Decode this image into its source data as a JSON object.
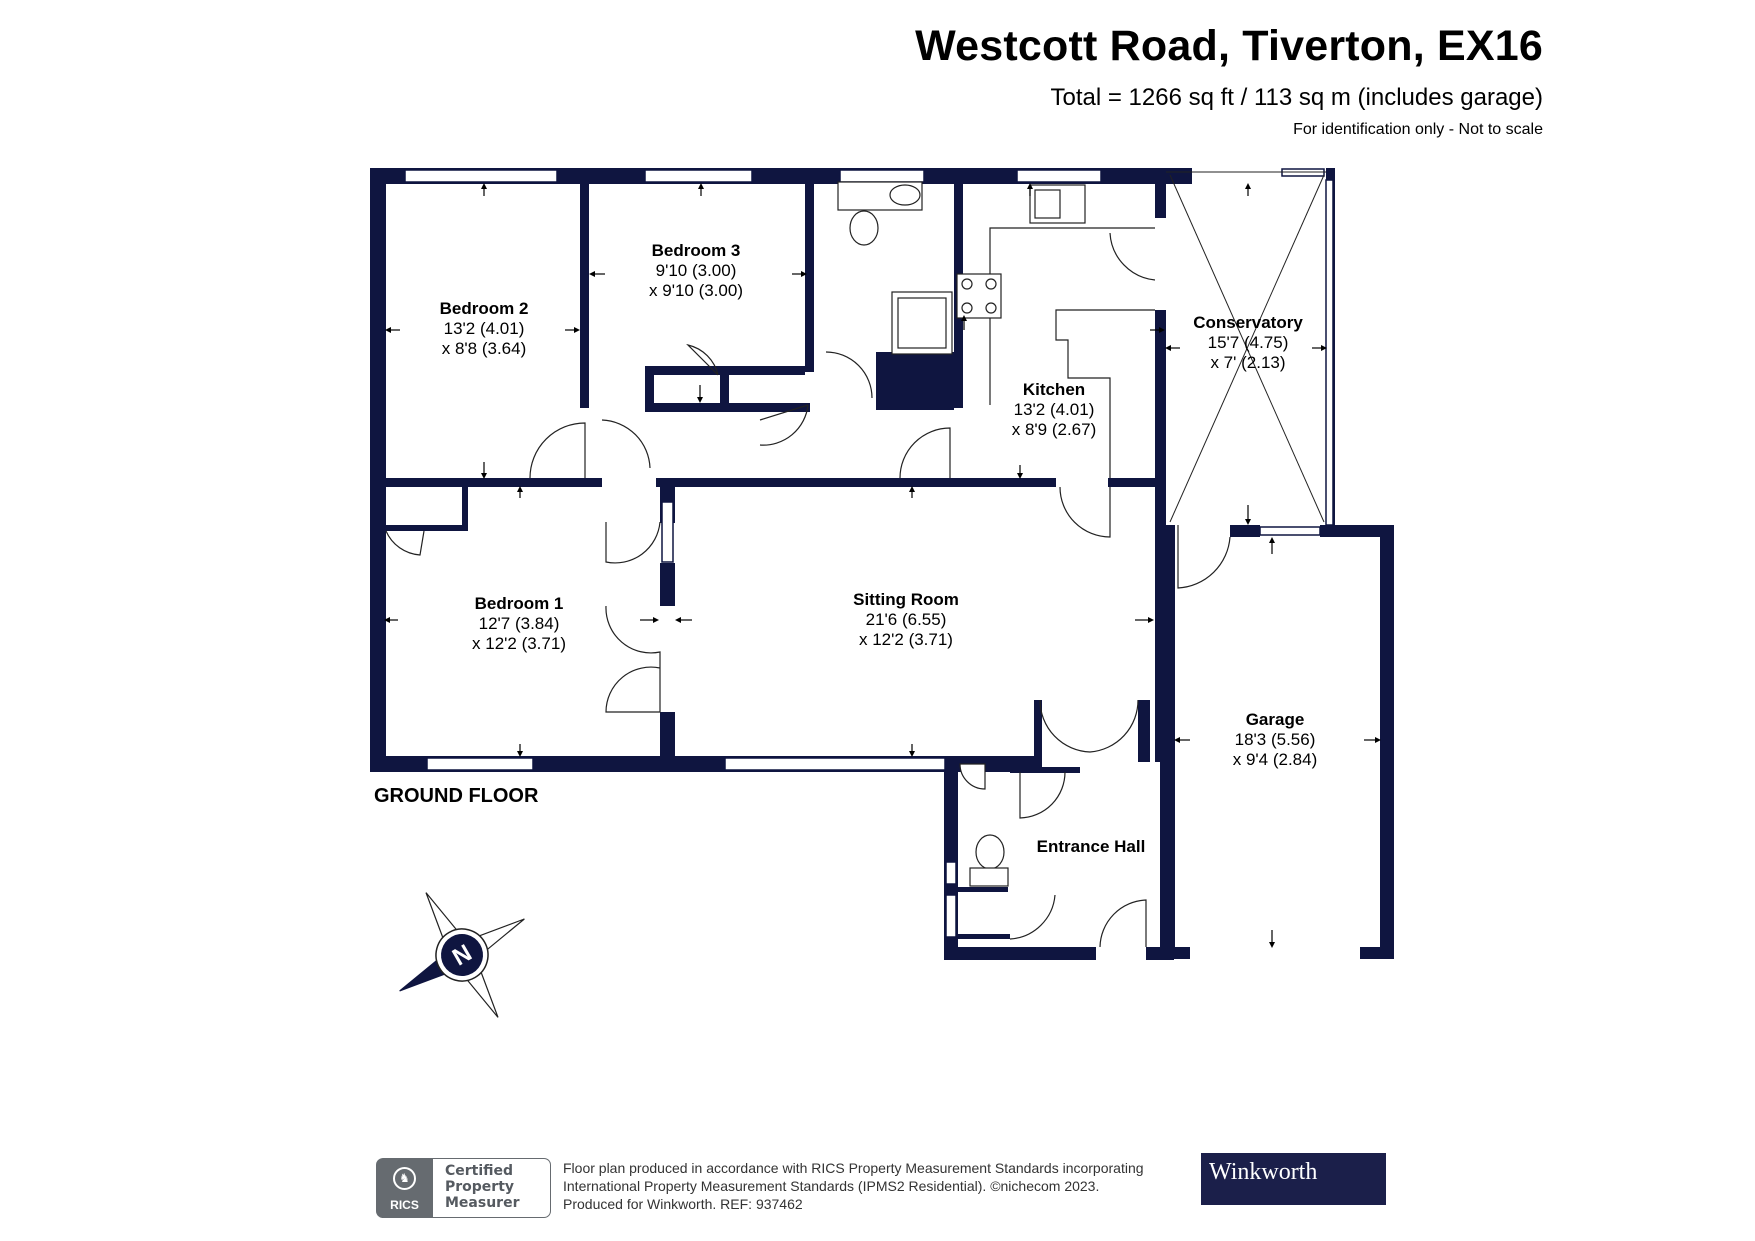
{
  "header": {
    "title": "Westcott Road, Tiverton, EX16",
    "total": "Total = 1266 sq ft / 113 sq m (includes garage)",
    "disclaimer": "For identification only - Not to scale"
  },
  "floor_label": "GROUND FLOOR",
  "rooms": [
    {
      "name": "Bedroom 2",
      "dim1": "13'2 (4.01)",
      "dim2": "x 8'8 (3.64)"
    },
    {
      "name": "Bedroom 3",
      "dim1": "9'10 (3.00)",
      "dim2": "x 9'10 (3.00)"
    },
    {
      "name": "Conservatory",
      "dim1": "15'7 (4.75)",
      "dim2": "x 7' (2.13)"
    },
    {
      "name": "Kitchen",
      "dim1": "13'2 (4.01)",
      "dim2": "x 8'9 (2.67)"
    },
    {
      "name": "Bedroom 1",
      "dim1": "12'7 (3.84)",
      "dim2": "x 12'2 (3.71)"
    },
    {
      "name": "Sitting Room",
      "dim1": "21'6 (6.55)",
      "dim2": "x 12'2 (3.71)"
    },
    {
      "name": "Garage",
      "dim1": "18'3 (5.56)",
      "dim2": "x 9'4 (2.84)"
    },
    {
      "name": "Entrance Hall",
      "dim1": "",
      "dim2": ""
    }
  ],
  "compass": {
    "label": "N"
  },
  "footer": {
    "badge_word": "RICS",
    "badge_line1": "Certified",
    "badge_line2": "Property",
    "badge_line3": "Measurer",
    "line1": "Floor plan produced in accordance with RICS Property Measurement Standards incorporating",
    "line2": "International Property Measurement Standards (IPMS2 Residential).  ©nichecom 2023.",
    "line3": "Produced for Winkworth.    REF:  937462",
    "brand": "Winkworth"
  },
  "colors": {
    "wall": "#0f1540",
    "brand_bg": "#1b1f4a",
    "badge": "#666b70"
  }
}
